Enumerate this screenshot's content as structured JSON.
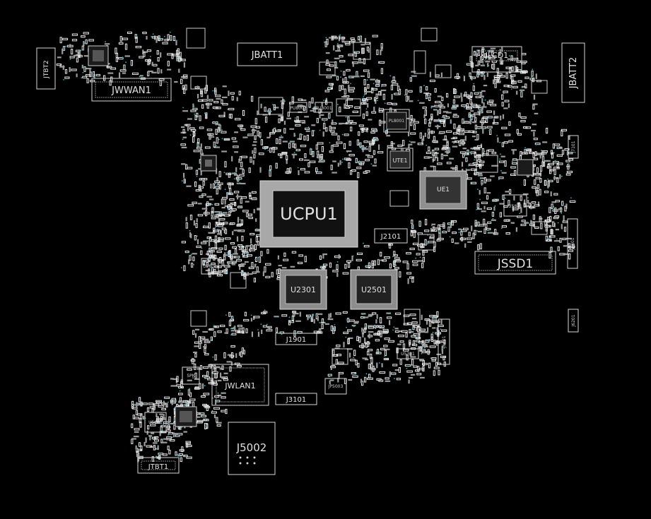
{
  "labels": {
    "ucpu1": "UCPU1",
    "jbatt1": "JBATT1",
    "jbatt2": "JBATT2",
    "jwwan1": "JWWAN1",
    "jtbt2": "JTBT2",
    "jlcd1": "JLCD1",
    "jssd1": "JSSD1",
    "u2301": "U2301",
    "u2501": "U2501",
    "j2101": "J2101",
    "j1901": "J1901",
    "j3101": "J3101",
    "j5002": "J5002",
    "jtbt1": "JTBT1",
    "jwlan1": "JWLAN1",
    "ute1": "UTE1",
    "ue1": "UE1",
    "u5801": "U5801",
    "u5601": "U5601",
    "u2801": "U2801",
    "u5301": "U5301",
    "jp5003": "JP5003",
    "spk": "SPK",
    "spk2": "SPK2",
    "j7101": "J7101",
    "j6401": "J6401",
    "j6201": "J6201",
    "j7401": "J7401",
    "pl8001": "PL8001",
    "pu8001": "PU8001",
    "pu8002": "PU8002"
  }
}
